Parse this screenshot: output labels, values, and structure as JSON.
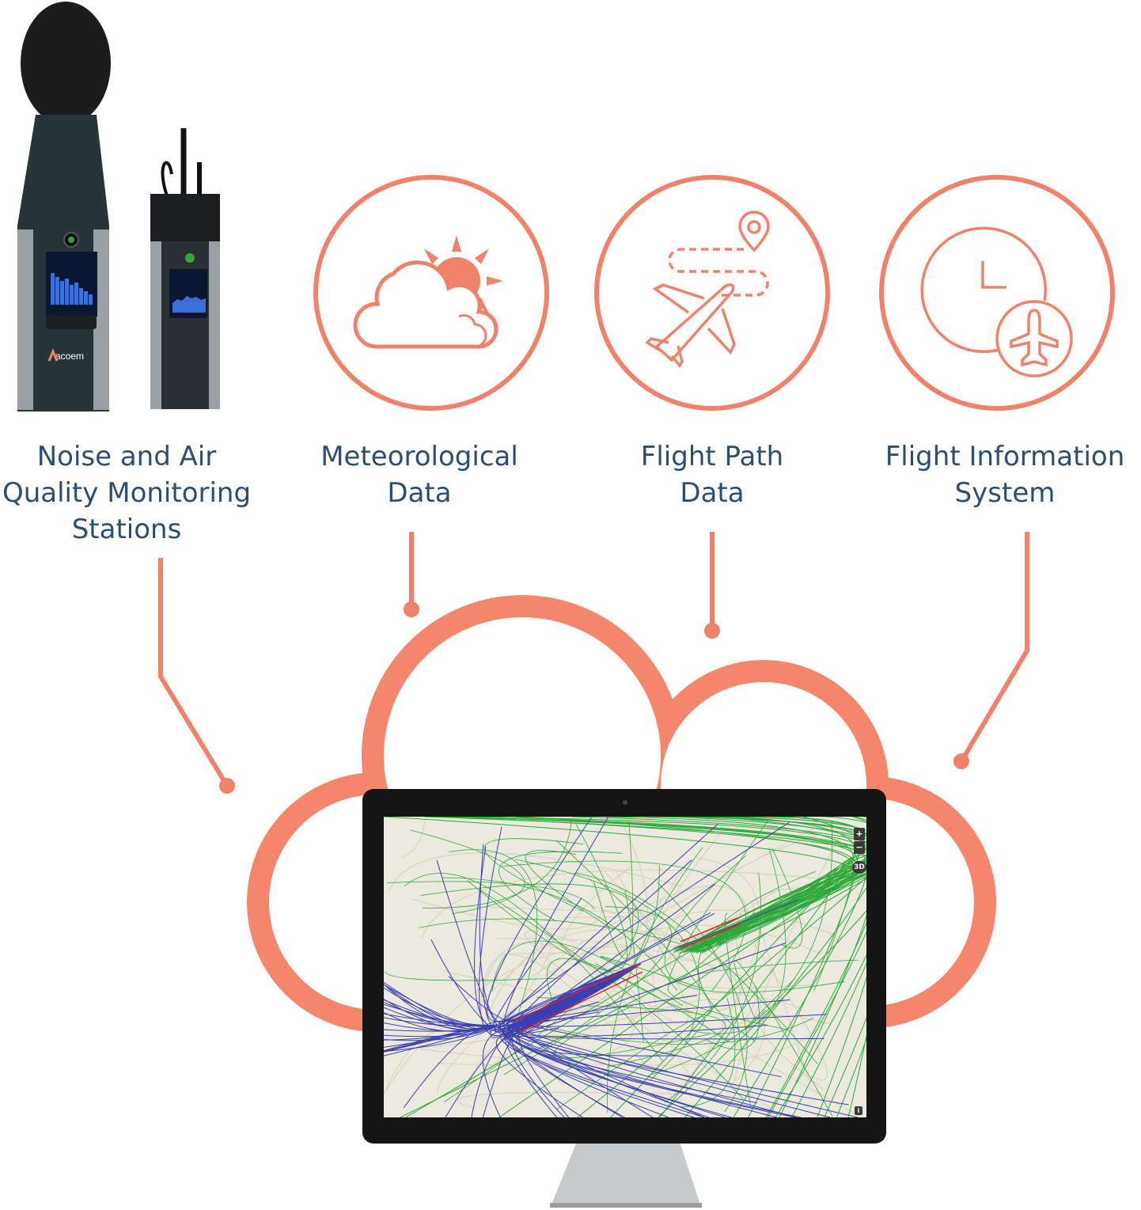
{
  "colors": {
    "accent": "#f0826a",
    "text": "#2b4e72",
    "map_bg": "#ece9df",
    "track_green": "#2ea83a",
    "track_blue": "#3b3fb0",
    "track_red": "#e02020"
  },
  "sources": [
    {
      "id": "stations",
      "label_lines": [
        "Noise and Air",
        "Quality Monitoring",
        "Stations"
      ],
      "icon": "sound-level-meter-devices"
    },
    {
      "id": "meteo",
      "label_lines": [
        "Meteorological",
        "Data"
      ],
      "icon": "sun-cloud-icon"
    },
    {
      "id": "flightpath",
      "label_lines": [
        "Flight Path",
        "Data"
      ],
      "icon": "airplane-route-icon"
    },
    {
      "id": "fis",
      "label_lines": [
        "Flight Information",
        "System"
      ],
      "icon": "clock-airplane-icon"
    }
  ],
  "device": {
    "brand": "acoem"
  },
  "monitor": {
    "map_controls": {
      "zoom_in": "+",
      "zoom_out": "−",
      "view_3d": "3D",
      "info": "i"
    }
  }
}
